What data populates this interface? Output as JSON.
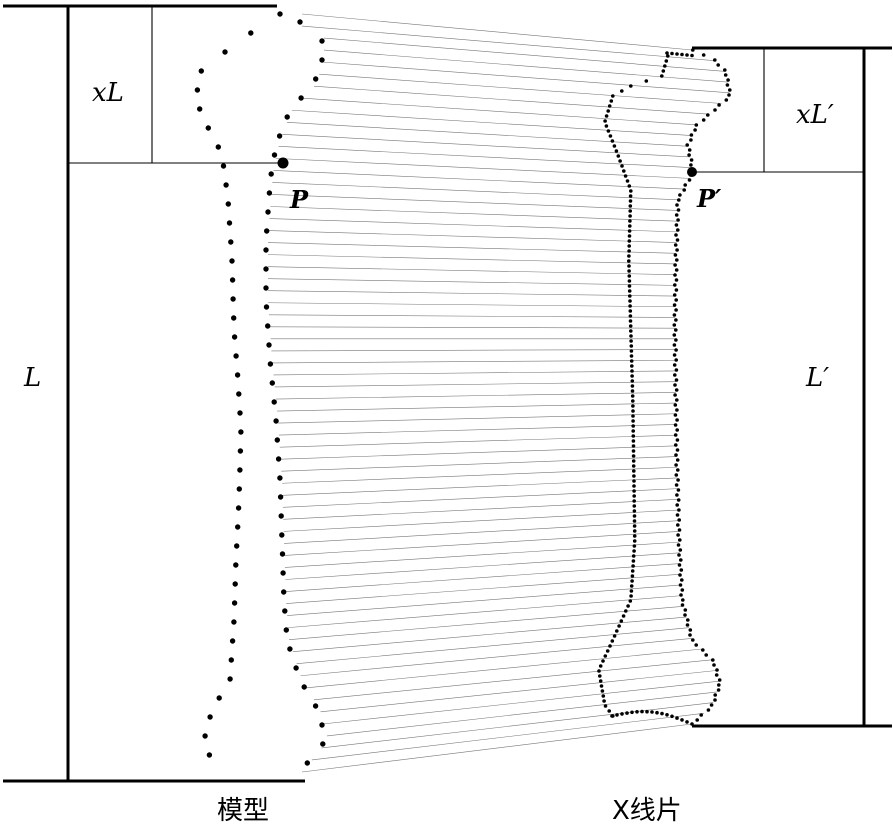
{
  "model": {
    "total_length_label": "L",
    "partial_length_label": "xL",
    "point_label": "P",
    "caption": "模型"
  },
  "xray": {
    "total_length_label": "L′",
    "partial_length_label": "xL′",
    "point_label": "P′",
    "caption": "X线片"
  }
}
